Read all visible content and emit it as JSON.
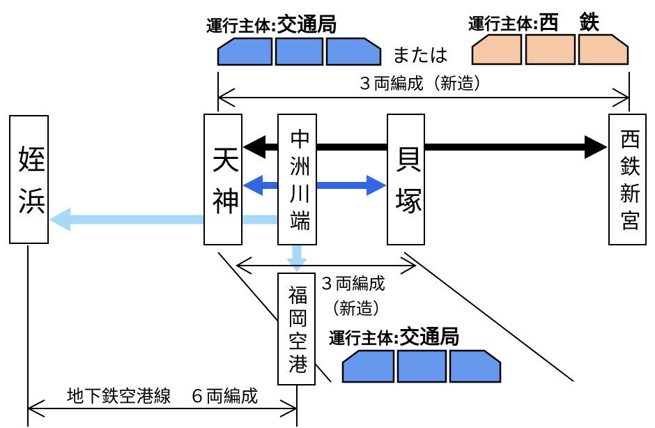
{
  "diagram": {
    "colors": {
      "car_blue": "#6699EE",
      "car_peach": "#F6C9A6",
      "arrow_blue": "#3366E0",
      "arrow_lightblue": "#A8D8F8",
      "arrow_black": "#000000"
    },
    "operators": {
      "top_left": {
        "prefix": "運行主体:",
        "value": "交通局"
      },
      "top_right": {
        "prefix": "運行主体:",
        "value": "西　鉄"
      },
      "bottom": {
        "prefix": "運行主体:",
        "value": "交通局"
      }
    },
    "or_text": "または",
    "formations": {
      "top": "３両編成（新造）",
      "middle_line1": "３両編成",
      "middle_line2": "（新造）",
      "bottom": "地下鉄空港線　６両編成"
    },
    "stations": [
      {
        "id": "meinohama",
        "name": "姪浜"
      },
      {
        "id": "tenjin",
        "name": "天神"
      },
      {
        "id": "nakasukawabata",
        "name": "中洲川端"
      },
      {
        "id": "kaizuka",
        "name": "貝塚"
      },
      {
        "id": "nishitetsushingu",
        "name": "西鉄新宮"
      },
      {
        "id": "fukuokakuko",
        "name": "福岡空港"
      }
    ]
  }
}
